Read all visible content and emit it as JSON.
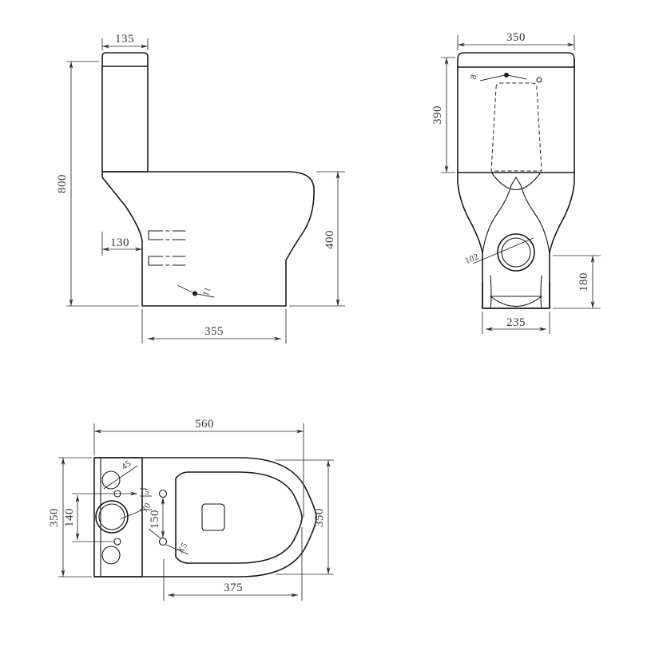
{
  "document": {
    "type": "engineering-drawing",
    "subject": "close-coupled-toilet",
    "units": "mm",
    "background_color": "#ffffff",
    "line_color": "#1a1a1a",
    "dimension_color": "#3a3a3a"
  },
  "views": {
    "side_elevation": {
      "name": "side-elevation-view",
      "dimensions": {
        "cistern_width": "135",
        "total_height": "800",
        "pan_projection": "130",
        "seat_height": "400",
        "base_length": "355",
        "wall_thickness_note": "11"
      }
    },
    "front_elevation": {
      "name": "front-elevation-view",
      "dimensions": {
        "cistern_width": "350",
        "cistern_height": "390",
        "foot_width": "235",
        "foot_height": "180",
        "outlet_diameter": "102",
        "lid_note": "8"
      }
    },
    "plan": {
      "name": "plan-view",
      "dimensions": {
        "overall_length": "560",
        "overall_width": "350",
        "width_right": "350",
        "bowl_length": "375",
        "bolt_spacing": "140",
        "bolt_hole_note_a": "45",
        "bolt_hole_note_b": "5",
        "inlet_note": "70",
        "seat_bolt_spacing": "150",
        "seat_bolt_note": "X5"
      }
    }
  },
  "labels": {
    "d135": "135",
    "d800": "800",
    "d130": "130",
    "d400": "400",
    "d355": "355",
    "d11": "11",
    "d350_top": "350",
    "d390": "390",
    "d102": "102",
    "d180": "180",
    "d235": "235",
    "d8": "8",
    "d560": "560",
    "d350_left": "350",
    "d350_right": "350",
    "d375": "375",
    "d140": "140",
    "d45": "45",
    "d5": "5",
    "d70": "70",
    "d150": "150",
    "dX5": "X5"
  }
}
